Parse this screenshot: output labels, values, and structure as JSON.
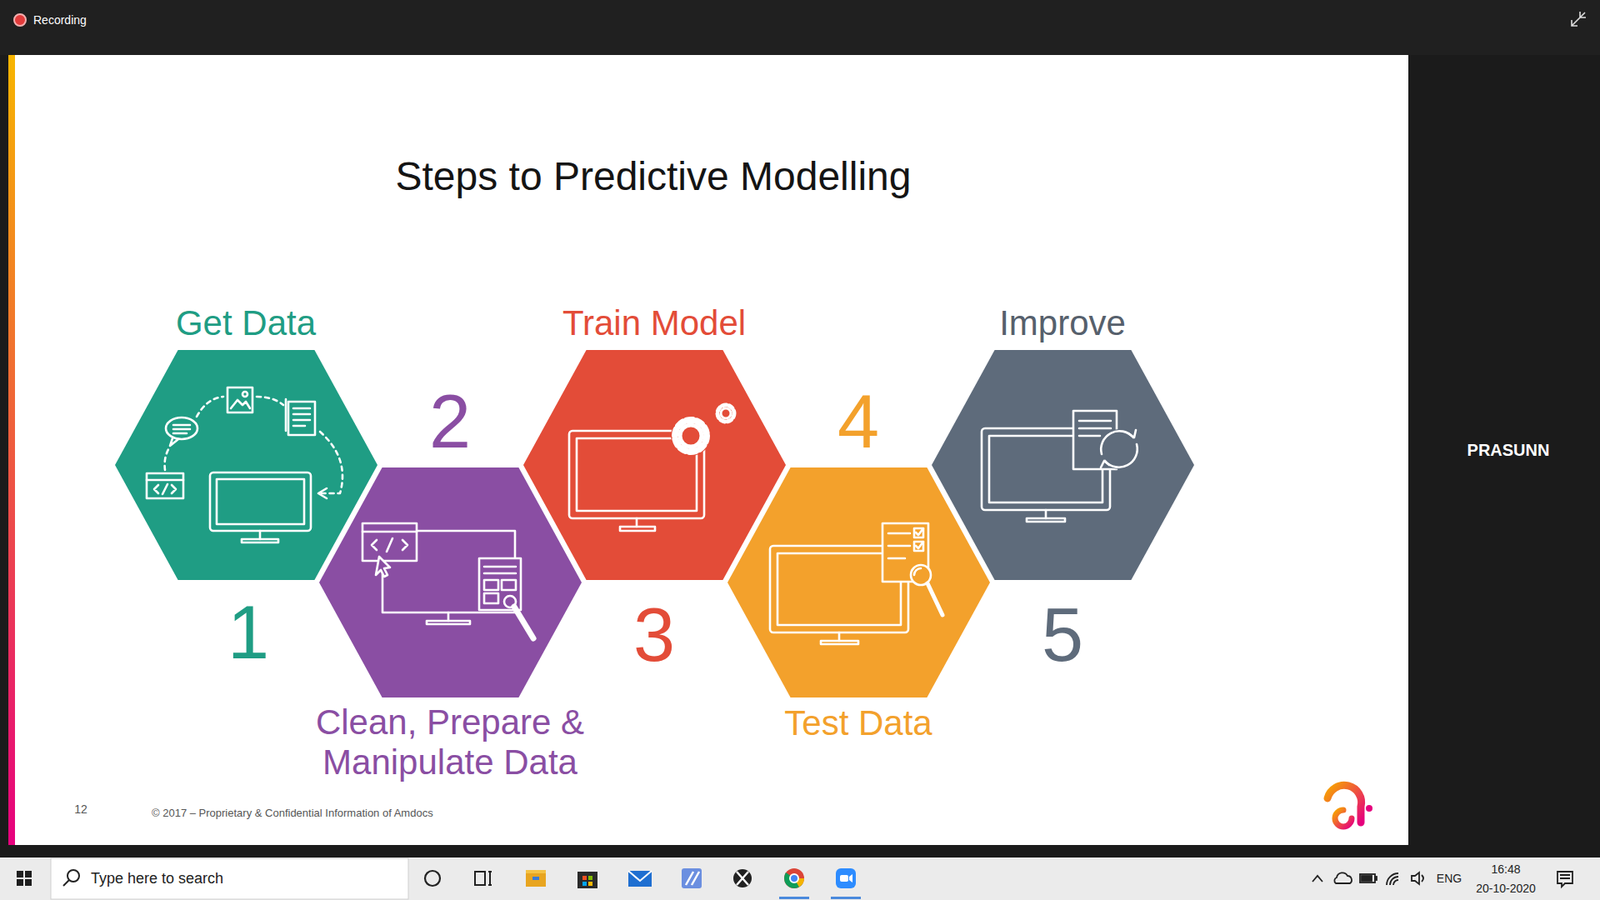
{
  "diagram": {
    "title": "Steps to Predictive Modelling",
    "nodes": [
      {
        "text": [
          "Get Data",
          "1"
        ]
      },
      {
        "text": [
          "Clean, Prepare & Manipulate Data",
          "2"
        ]
      },
      {
        "text": [
          "Train Model",
          "3"
        ]
      },
      {
        "text": [
          "Test Data",
          "4"
        ]
      },
      {
        "text": [
          "Improve",
          "5"
        ]
      }
    ],
    "labels": [
      "Recording",
      "PRASUNN",
      "12",
      "© 2017 – Proprietary & Confidential Information of Amdocs",
      "Type here to search",
      "ENG",
      "16:48",
      "20-10-2020"
    ]
  }
}
